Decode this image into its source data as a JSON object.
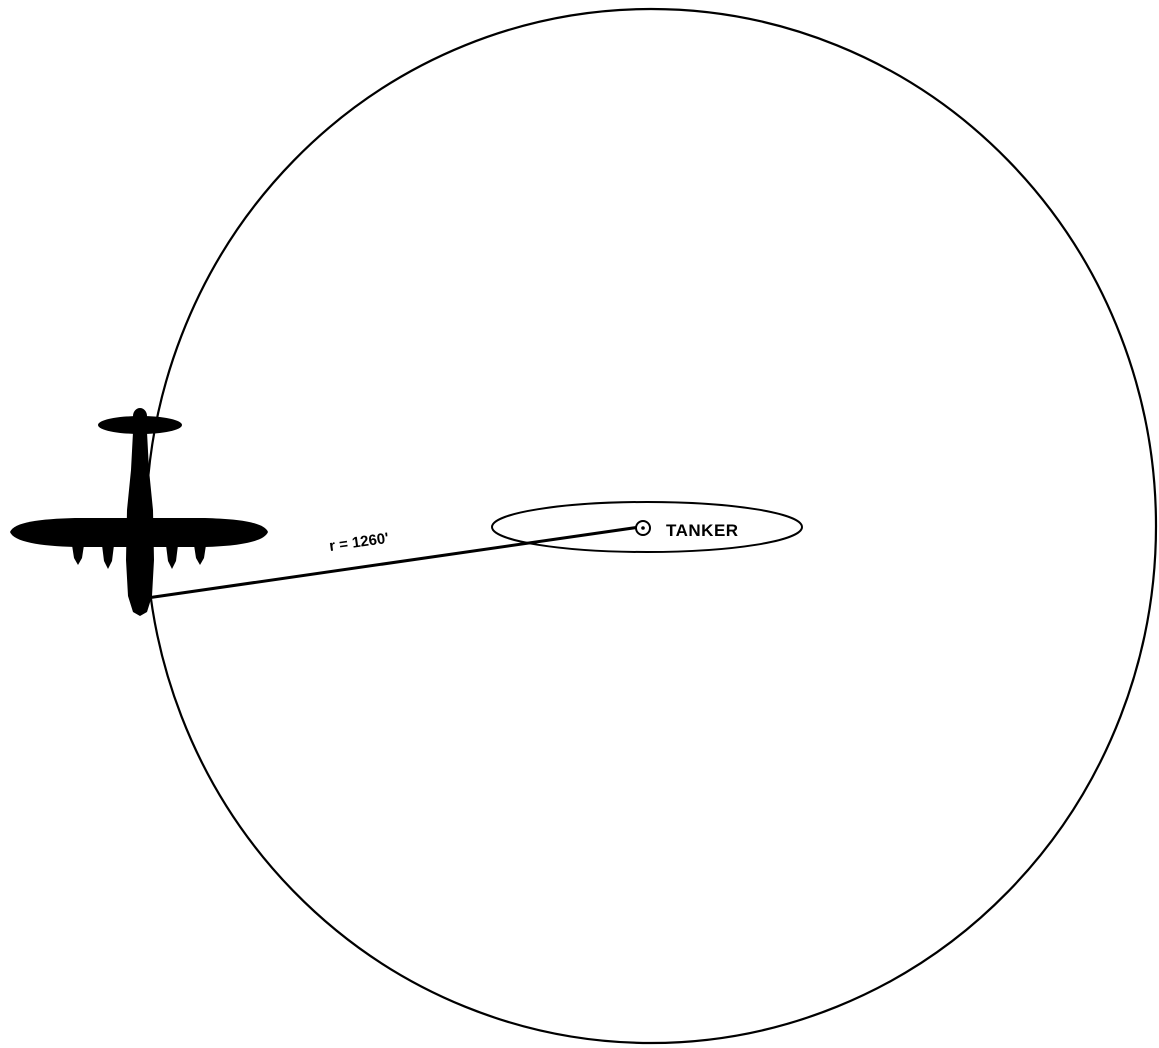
{
  "diagram": {
    "radius_label": "r = 1260'",
    "tanker_label": "TANKER",
    "ink_color": "#000000",
    "background_color": "#ffffff",
    "elements": [
      {
        "kind": "large-circle",
        "description": "orbit circle around the tanker"
      },
      {
        "kind": "small-ellipse",
        "description": "tanker racetrack pattern"
      },
      {
        "kind": "radius-line",
        "description": "line from tanker to receiver aircraft"
      },
      {
        "kind": "aircraft-icon",
        "description": "four-engine receiver aircraft silhouette"
      },
      {
        "kind": "tanker-marker",
        "description": "small circle with center dot at tanker position"
      }
    ]
  }
}
